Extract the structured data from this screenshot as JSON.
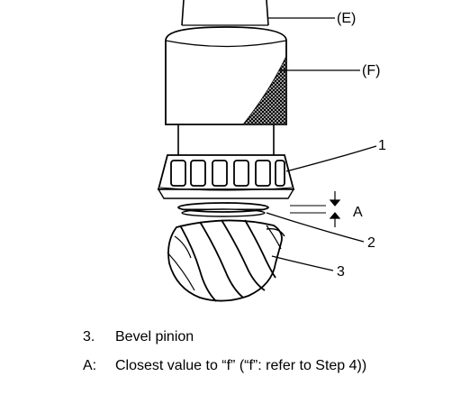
{
  "diagram": {
    "labels": {
      "E": "(E)",
      "F": "(F)",
      "one": "1",
      "two": "2",
      "three": "3",
      "A": "A"
    }
  },
  "legend": [
    {
      "key": "3.",
      "text": "Bevel pinion"
    },
    {
      "key": "A:",
      "text": "Closest value to “f” (“f”: refer to Step 4))"
    }
  ]
}
